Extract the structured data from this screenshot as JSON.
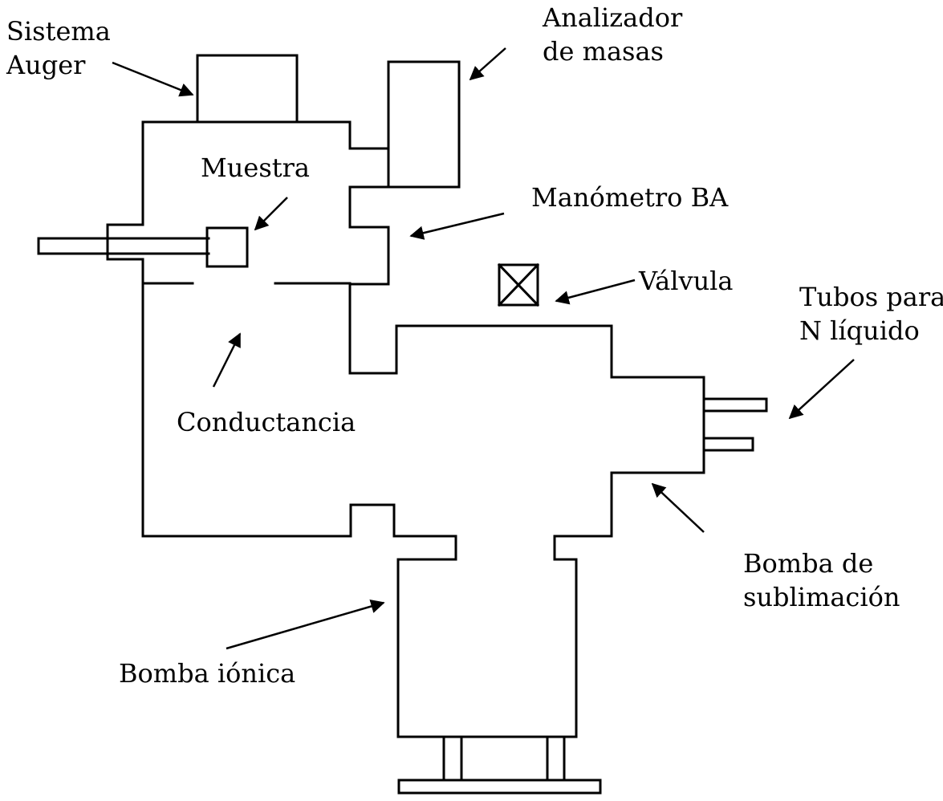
{
  "diagram": {
    "labels": {
      "sistema_auger_line1": "Sistema",
      "sistema_auger_line2": "Auger",
      "analizador_line1": "Analizador",
      "analizador_line2": "de masas",
      "muestra": "Muestra",
      "manometro": "Manómetro BA",
      "valvula": "Válvula",
      "tubos_line1": "Tubos para",
      "tubos_line2": "N líquido",
      "conductancia": "Conductancia",
      "bomba_sublimacion_line1": "Bomba de",
      "bomba_sublimacion_line2": "sublimación",
      "bomba_ionica": "Bomba iónica"
    }
  }
}
